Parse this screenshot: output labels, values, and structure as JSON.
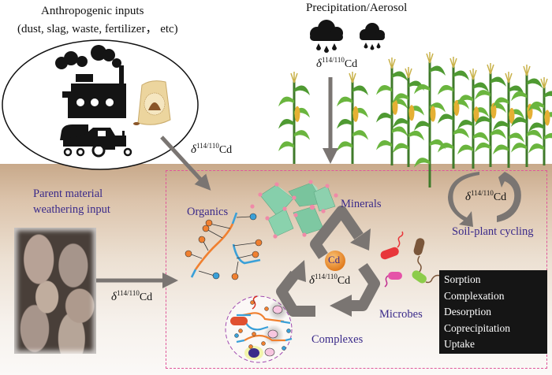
{
  "title": "Cadmium isotope (δ114/110Cd) cycling in the soil system",
  "labels": {
    "anthropogenic_title": "Anthropogenic inputs",
    "anthropogenic_sub": "(dust, slag, waste, fertilizer， etc)",
    "precipitation": "Precipitation/Aerosol",
    "parent_line1": "Parent material",
    "parent_line2": "weathering input",
    "organics": "Organics",
    "minerals": "Minerals",
    "soil_plant": "Soil-plant cycling",
    "microbes": "Microbes",
    "complexes": "Complexes",
    "cd": "Cd"
  },
  "isotope": {
    "delta": "δ",
    "mass": "114/110",
    "element": "Cd"
  },
  "processes": [
    "Sorption",
    "Complexation",
    "Desorption",
    "Coprecipitation",
    "Uptake"
  ],
  "icons": {
    "factory": "factory-icon",
    "tractor": "tractor-icon",
    "fertilizer_bag": "fertilizer-bag-icon",
    "rain_cloud": "rain-cloud-icon",
    "corn": "corn-plant-icon",
    "rock": "rock-wall-icon",
    "mineral": "mineral-crystal-icon",
    "bacteria": "bacteria-icon",
    "cycle": "cycle-arrows-icon"
  },
  "colors": {
    "label_purple": "#3a2a8a",
    "arrow_gray": "#7a7572",
    "box_pink": "#e0569a",
    "cd_orange": "#f0902a",
    "mineral_green": "#7cc7a2",
    "soil_top": "#c8a98a"
  }
}
